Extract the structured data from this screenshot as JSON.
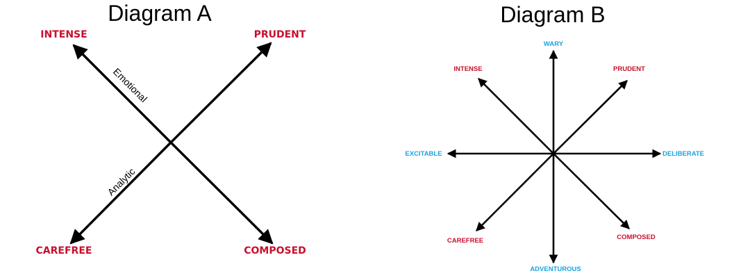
{
  "colors": {
    "red": "#c8102e",
    "blue": "#1aa3e0",
    "line": "#000000"
  },
  "diagram_a": {
    "title": "Diagram A",
    "labels": {
      "top_left": "INTENSE",
      "top_right": "PRUDENT",
      "bottom_left": "CAREFREE",
      "bottom_right": "COMPOSED"
    },
    "axis_labels": {
      "emotional": "Emotional",
      "analytic": "Analytic"
    }
  },
  "diagram_b": {
    "title": "Diagram B",
    "labels": {
      "top": "WARY",
      "top_left": "INTENSE",
      "top_right": "PRUDENT",
      "left": "EXCITABLE",
      "right": "DELIBERATE",
      "bottom_left": "CAREFREE",
      "bottom_right": "COMPOSED",
      "bottom": "ADVENTUROUS"
    }
  }
}
